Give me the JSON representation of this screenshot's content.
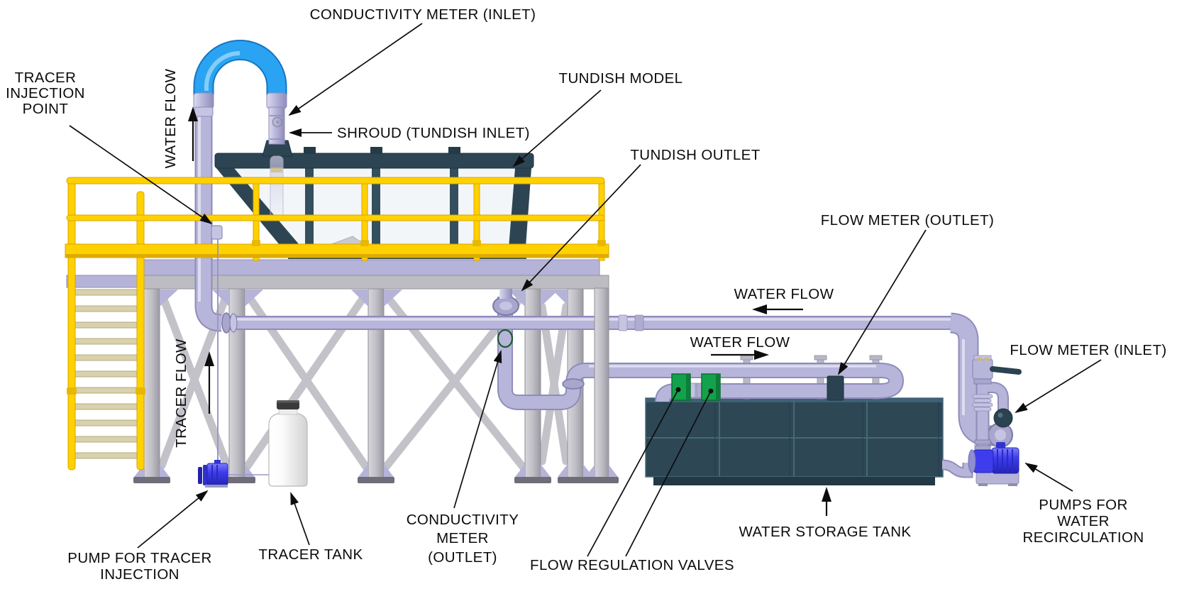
{
  "labels": {
    "conductivity_meter_inlet": "CONDUCTIVITY METER (INLET)",
    "tracer_injection_point": [
      "TRACER",
      "INJECTION",
      "POINT"
    ],
    "water_flow_inlet": "WATER FLOW",
    "shroud_tundish_inlet": "SHROUD (TUNDISH INLET)",
    "tundish_model": "TUNDISH MODEL",
    "tundish_outlet": "TUNDISH OUTLET",
    "flow_meter_outlet": "FLOW METER (OUTLET)",
    "water_flow_return": "WATER FLOW",
    "water_flow_supply": "WATER FLOW",
    "flow_meter_inlet": "FLOW METER (INLET)",
    "tracer_flow": "TRACER FLOW",
    "conductivity_meter_outlet": [
      "CONDUCTIVITY",
      "METER",
      "(OUTLET)"
    ],
    "pump_for_tracer_injection": [
      "PUMP FOR TRACER",
      "INJECTION"
    ],
    "tracer_tank": "TRACER TANK",
    "flow_regulation_valves": "FLOW REGULATION VALVES",
    "water_storage_tank": "WATER STORAGE TANK",
    "pumps_for_water_recirculation": [
      "PUMPS FOR",
      "WATER",
      "RECIRCULATION"
    ]
  },
  "colors": {
    "pipe_lavender": "#b7b5da",
    "pipe_lavender_dark": "#8f8cba",
    "structure_gray": "#c6c5cb",
    "deck_lavender": "#b5b3d8",
    "railing_yellow": "#ffd100",
    "stair_tan": "#d8d1ab",
    "tundish_slate": "#2d4553",
    "storage_tank_slate": "#2d4755",
    "inlet_hose_blue": "#2aa4f2",
    "pump_blue": "#3d3ded",
    "valve_green": "#12a24b",
    "meter_marker_green": "#1d5c2f",
    "label_text": "#0b0b0b"
  },
  "components": [
    "inlet-hose-arch",
    "riser-pipe",
    "shroud-pipe",
    "conductivity-probe-port",
    "tundish-model",
    "platform-deck",
    "safety-railing",
    "access-ladder",
    "support-legs",
    "cross-braces",
    "tundish-outlet-flange",
    "outlet-pipe-run",
    "conductivity-meter-outlet-marker",
    "tracer-line",
    "tracer-pump",
    "tracer-tank",
    "flow-regulation-valve-1",
    "flow-regulation-valve-2",
    "flow-meter-outlet-box",
    "water-storage-tank",
    "return-pipe",
    "supply-pipe",
    "recirculation-pump",
    "flow-meter-inlet-sphere",
    "isolation-valve-lever"
  ]
}
